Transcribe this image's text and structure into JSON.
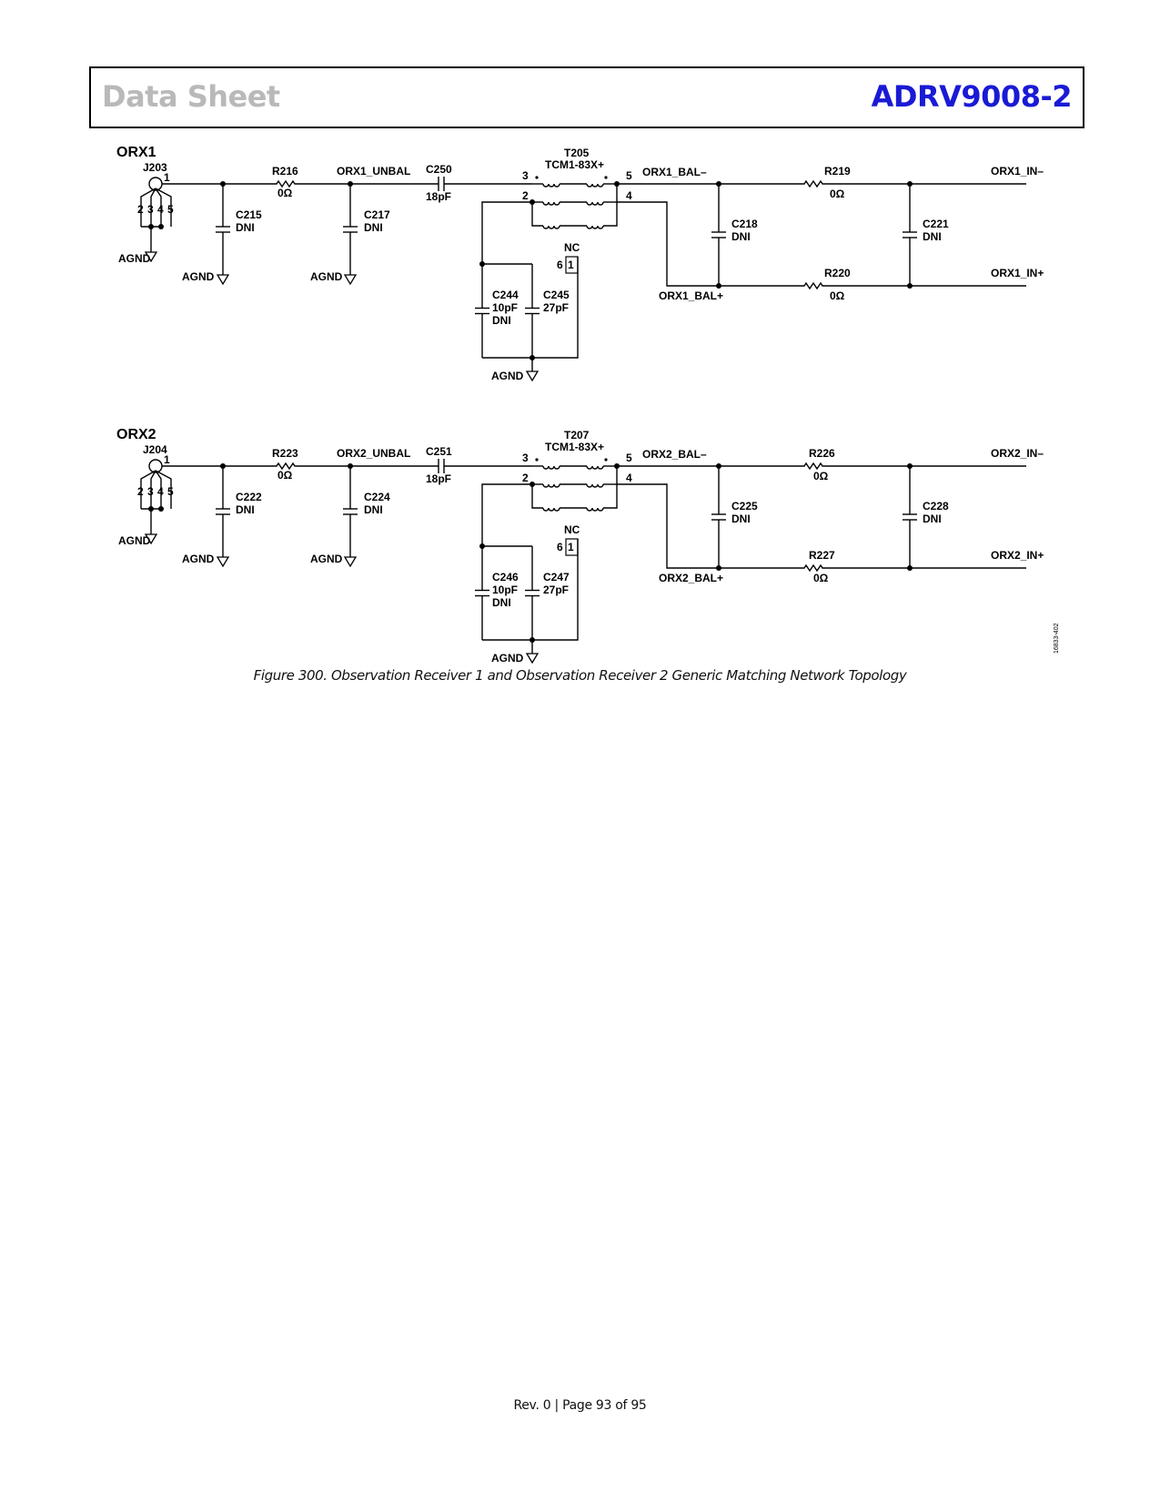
{
  "header": {
    "doc_type": "Data Sheet",
    "part_number": "ADRV9008-2"
  },
  "figure": {
    "id_label": "16833-402",
    "caption": "Figure 300. Observation Receiver 1 and Observation Receiver 2 Generic Matching Network Topology",
    "ground_label": "AGND",
    "circuits": [
      {
        "title": "ORX1",
        "connector": "J203",
        "pin1": "1",
        "ground_pins": [
          "2",
          "3",
          "4",
          "5"
        ],
        "r_series": {
          "ref": "R216",
          "val": "0Ω"
        },
        "c_shunt1": {
          "ref": "C215",
          "val": "DNI"
        },
        "net_unbal": "ORX1_UNBAL",
        "c_shunt2": {
          "ref": "C217",
          "val": "DNI"
        },
        "c_series": {
          "ref": "C250",
          "val": "18pF"
        },
        "balun": {
          "ref": "T205",
          "part": "TCM1-83X+",
          "pins": [
            "3",
            "5",
            "2",
            "4",
            "6",
            "1"
          ],
          "nc": "NC"
        },
        "c_ct_a": {
          "ref": "C244",
          "val": "10pF",
          "note": "DNI"
        },
        "c_ct_b": {
          "ref": "C245",
          "val": "27pF"
        },
        "net_bal_neg": "ORX1_BAL–",
        "net_bal_pos": "ORX1_BAL+",
        "c_diff1": {
          "ref": "C218",
          "val": "DNI"
        },
        "r_neg": {
          "ref": "R219",
          "val": "0Ω"
        },
        "r_pos": {
          "ref": "R220",
          "val": "0Ω"
        },
        "c_diff2": {
          "ref": "C221",
          "val": "DNI"
        },
        "out_neg": "ORX1_IN–",
        "out_pos": "ORX1_IN+"
      },
      {
        "title": "ORX2",
        "connector": "J204",
        "pin1": "1",
        "ground_pins": [
          "2",
          "3",
          "4",
          "5"
        ],
        "r_series": {
          "ref": "R223",
          "val": "0Ω"
        },
        "c_shunt1": {
          "ref": "C222",
          "val": "DNI"
        },
        "net_unbal": "ORX2_UNBAL",
        "c_shunt2": {
          "ref": "C224",
          "val": "DNI"
        },
        "c_series": {
          "ref": "C251",
          "val": "18pF"
        },
        "balun": {
          "ref": "T207",
          "part": "TCM1-83X+",
          "pins": [
            "3",
            "5",
            "2",
            "4",
            "6",
            "1"
          ],
          "nc": "NC"
        },
        "c_ct_a": {
          "ref": "C246",
          "val": "10pF",
          "note": "DNI"
        },
        "c_ct_b": {
          "ref": "C247",
          "val": "27pF"
        },
        "net_bal_neg": "ORX2_BAL–",
        "net_bal_pos": "ORX2_BAL+",
        "c_diff1": {
          "ref": "C225",
          "val": "DNI"
        },
        "r_neg": {
          "ref": "R226",
          "val": "0Ω"
        },
        "r_pos": {
          "ref": "R227",
          "val": "0Ω"
        },
        "c_diff2": {
          "ref": "C228",
          "val": "DNI"
        },
        "out_neg": "ORX2_IN–",
        "out_pos": "ORX2_IN+"
      }
    ]
  },
  "footer": {
    "text": "Rev. 0 | Page 93 of 95"
  }
}
